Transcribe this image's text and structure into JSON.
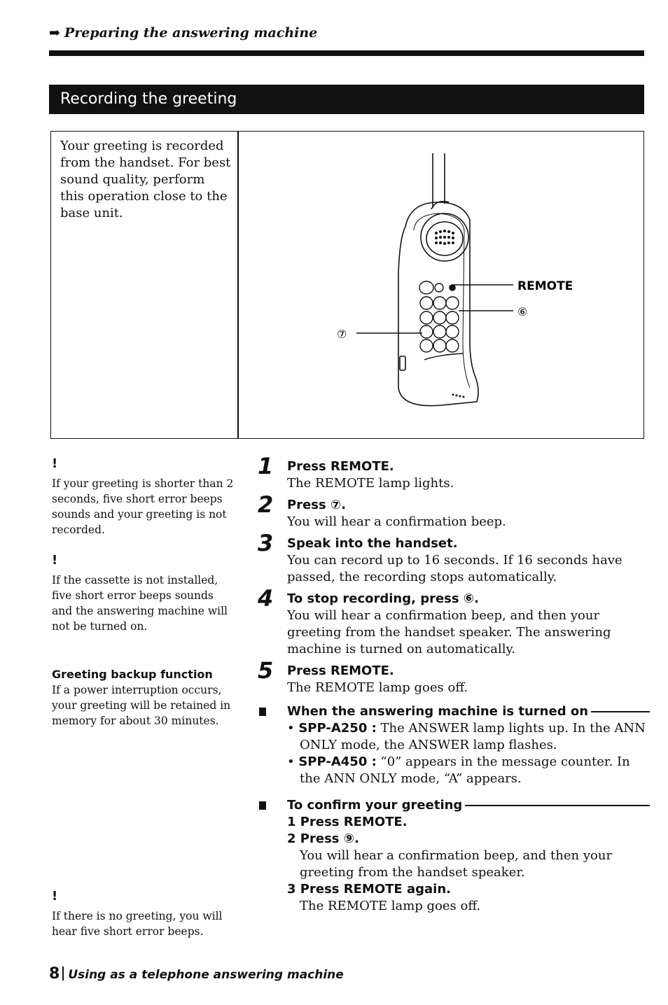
{
  "header": {
    "arrow": "➡",
    "title": "Preparing the answering machine"
  },
  "section": {
    "title": "Recording the greeting"
  },
  "intro": {
    "text": "Your greeting is recorded from the handset. For best sound quality, perform this operation close to the base unit."
  },
  "illustration": {
    "label_remote": "REMOTE",
    "label_key6": "⑥",
    "label_key7": "⑦"
  },
  "notes": [
    {
      "mark": "!",
      "text": "If your greeting is shorter than 2 seconds, five short error beeps sounds and your greeting is not recorded."
    },
    {
      "mark": "!",
      "text": "If the cassette is not installed, five short error beeps sounds and the answering machine will not be turned on."
    },
    {
      "title": "Greeting backup function",
      "text": "If a power interruption occurs, your greeting will be retained in memory for about 30 minutes."
    },
    {
      "mark": "!",
      "text": "If there is no greeting, you will hear five short error beeps."
    }
  ],
  "steps": [
    {
      "num": "1",
      "title": "Press REMOTE.",
      "body": "The REMOTE lamp lights."
    },
    {
      "num": "2",
      "title": "Press ⑦.",
      "body": "You will hear a confirmation beep."
    },
    {
      "num": "3",
      "title": "Speak into the handset.",
      "body": "You can record up to 16 seconds. If 16 seconds have passed, the recording stops automatically."
    },
    {
      "num": "4",
      "title": "To stop recording, press ⑥.",
      "body": "You will hear a confirmation beep, and then your greeting from the handset speaker. The answering machine is turned on automatically."
    },
    {
      "num": "5",
      "title": "Press REMOTE.",
      "body": "The REMOTE lamp goes off."
    }
  ],
  "when_on": {
    "title": "When the answering machine is turned on",
    "items": [
      {
        "model": "SPP-A250 :",
        "text": " The ANSWER lamp lights up. In the ANN ONLY mode, the ANSWER lamp flashes."
      },
      {
        "model": "SPP-A450 :",
        "text": " “0” appears in the message counter. In the ANN ONLY mode, “A” appears."
      }
    ]
  },
  "confirm": {
    "title": "To confirm your greeting",
    "items": [
      {
        "head": "1 Press REMOTE.",
        "body": ""
      },
      {
        "head": "2 Press ⑨.",
        "body": "You will hear a confirmation beep, and then your greeting from the handset speaker."
      },
      {
        "head": "3 Press REMOTE again.",
        "body": "The REMOTE lamp goes off."
      }
    ]
  },
  "footer": {
    "page": "8",
    "text": "Using as a telephone answering machine"
  }
}
